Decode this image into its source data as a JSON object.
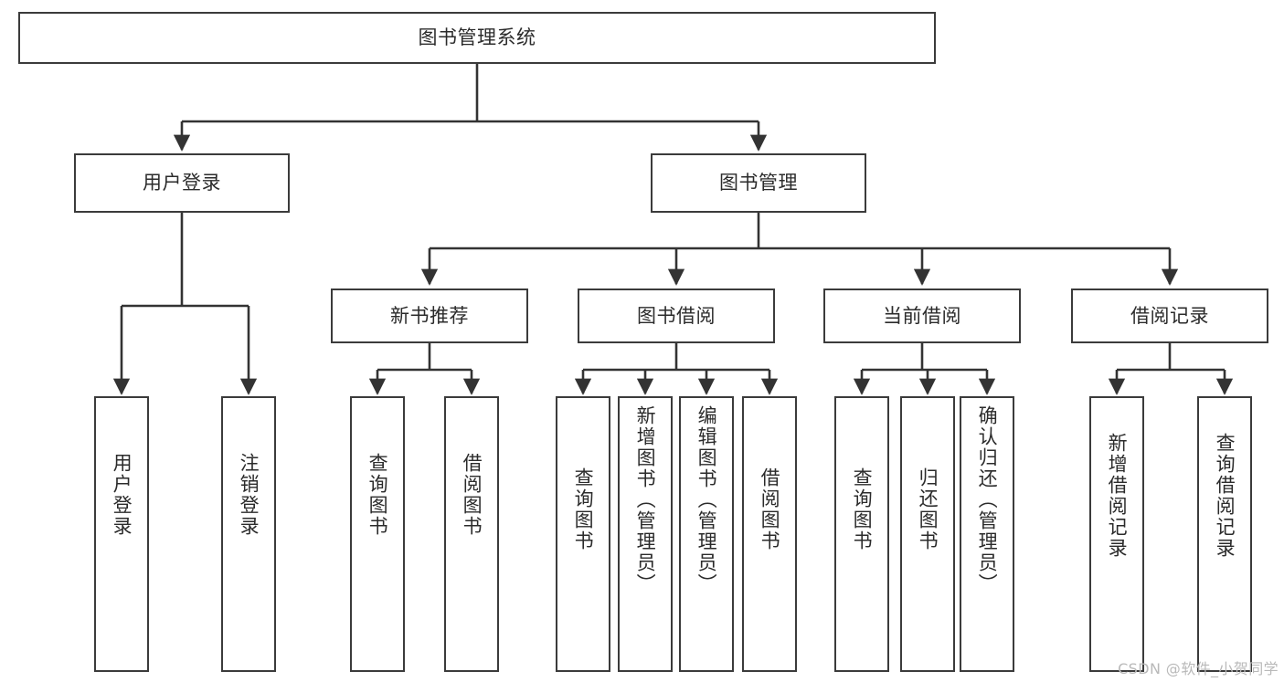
{
  "diagram": {
    "type": "tree-hierarchy",
    "title": "图书管理系统",
    "watermark": "CSDN @软件_小贺同学",
    "colors": {
      "background": "#ffffff",
      "box_border": "#3b3b3b",
      "box_fill": "#ffffff",
      "connector": "#333333",
      "text": "#2b2b2b",
      "watermark": "#b9b9b9"
    },
    "levels": {
      "root": "图书管理系统",
      "level1": [
        "用户登录",
        "图书管理"
      ],
      "level2": [
        "新书推荐",
        "图书借阅",
        "当前借阅",
        "借阅记录"
      ]
    },
    "nodes": {
      "root": {
        "label": "图书管理系统"
      },
      "user_login": {
        "label": "用户登录"
      },
      "book_manage": {
        "label": "图书管理"
      },
      "new_book_rec": {
        "label": "新书推荐"
      },
      "book_borrow": {
        "label": "图书借阅"
      },
      "current_borrow": {
        "label": "当前借阅"
      },
      "borrow_record": {
        "label": "借阅记录"
      },
      "leaf_user_login": {
        "label": "用户登录"
      },
      "leaf_logout": {
        "label": "注销登录"
      },
      "leaf_query_book_a": {
        "label": "查询图书"
      },
      "leaf_borrow_book_a": {
        "label": "借阅图书"
      },
      "leaf_query_book_b": {
        "label": "查询图书"
      },
      "leaf_add_book": {
        "label": "新增图书（管理员）"
      },
      "leaf_edit_book": {
        "label": "编辑图书（管理员）"
      },
      "leaf_borrow_book_b": {
        "label": "借阅图书"
      },
      "leaf_query_book_c": {
        "label": "查询图书"
      },
      "leaf_return_book": {
        "label": "归还图书"
      },
      "leaf_confirm_return": {
        "label": "确认归还（管理员）"
      },
      "leaf_add_record": {
        "label": "新增借阅记录"
      },
      "leaf_query_record": {
        "label": "查询借阅记录"
      }
    },
    "edges": [
      {
        "from": "图书管理系统",
        "to": "用户登录"
      },
      {
        "from": "图书管理系统",
        "to": "图书管理"
      },
      {
        "from": "用户登录",
        "to": "用户登录"
      },
      {
        "from": "用户登录",
        "to": "注销登录"
      },
      {
        "from": "图书管理",
        "to": "新书推荐"
      },
      {
        "from": "图书管理",
        "to": "图书借阅"
      },
      {
        "from": "图书管理",
        "to": "当前借阅"
      },
      {
        "from": "图书管理",
        "to": "借阅记录"
      },
      {
        "from": "新书推荐",
        "to": "查询图书"
      },
      {
        "from": "新书推荐",
        "to": "借阅图书"
      },
      {
        "from": "图书借阅",
        "to": "查询图书"
      },
      {
        "from": "图书借阅",
        "to": "新增图书（管理员）"
      },
      {
        "from": "图书借阅",
        "to": "编辑图书（管理员）"
      },
      {
        "from": "图书借阅",
        "to": "借阅图书"
      },
      {
        "from": "当前借阅",
        "to": "查询图书"
      },
      {
        "from": "当前借阅",
        "to": "归还图书"
      },
      {
        "from": "当前借阅",
        "to": "确认归还（管理员）"
      },
      {
        "from": "借阅记录",
        "to": "新增借阅记录"
      },
      {
        "from": "借阅记录",
        "to": "查询借阅记录"
      }
    ]
  }
}
